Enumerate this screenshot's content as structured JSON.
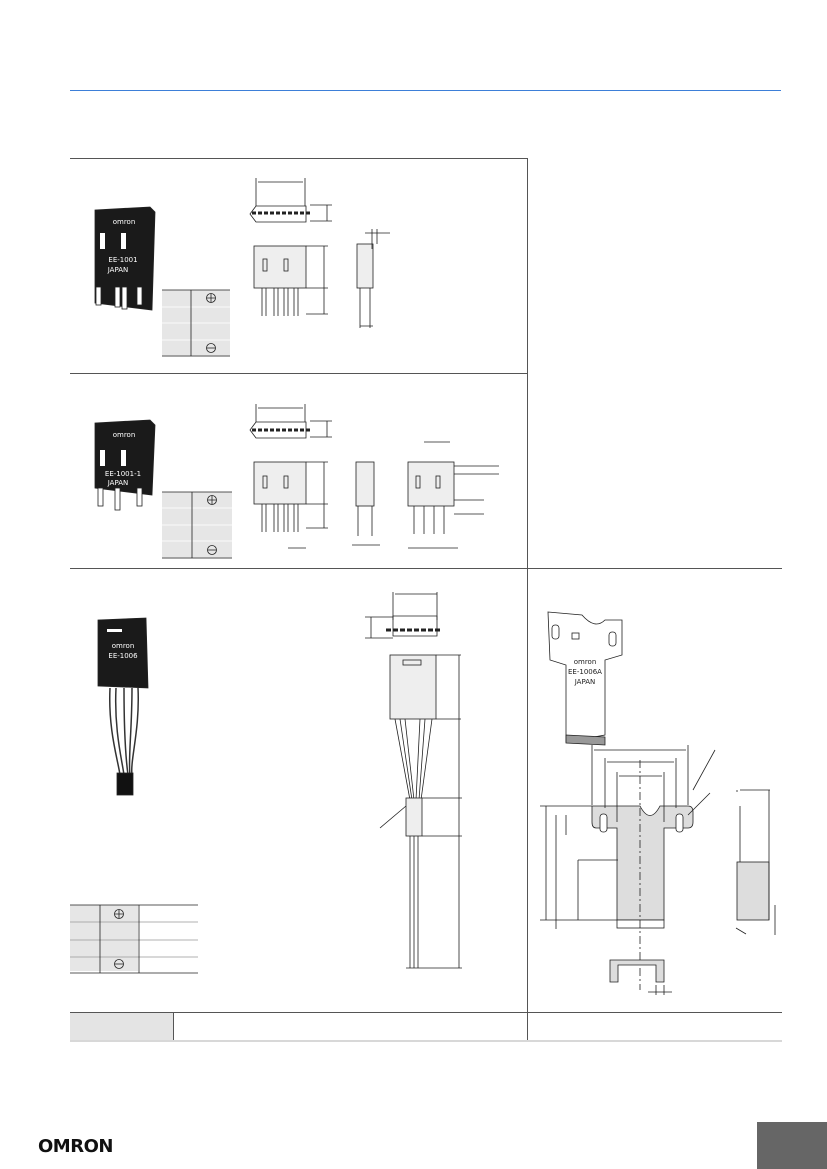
{
  "header": {
    "rule_color": "#3d7fd8"
  },
  "sections": [
    {
      "id": "connector-4pin-a",
      "photo_marking": [
        "omron",
        "EE-1001",
        "JAPAN"
      ],
      "pin_table": {
        "rows": 4,
        "symbols": [
          "plus-circle-icon",
          "",
          "",
          "minus-circle-icon"
        ]
      }
    },
    {
      "id": "connector-4pin-b",
      "photo_marking": [
        "omron",
        "EE-1001-1",
        "JAPAN"
      ],
      "pin_table": {
        "rows": 4,
        "symbols": [
          "plus-circle-icon",
          "",
          "",
          "minus-circle-icon"
        ]
      }
    },
    {
      "id": "connector-with-cable",
      "photo_marking": [
        "omron",
        "EE-1006"
      ],
      "pin_table": {
        "rows": 4,
        "symbols": [
          "plus-circle-icon",
          "",
          "",
          "minus-circle-icon"
        ]
      }
    },
    {
      "id": "mounting-bracket",
      "photo_marking": [
        "omron",
        "EE-1006A",
        "JAPAN"
      ]
    }
  ],
  "footer": {
    "logo": "OMRON",
    "page_tab_color": "#666666"
  }
}
